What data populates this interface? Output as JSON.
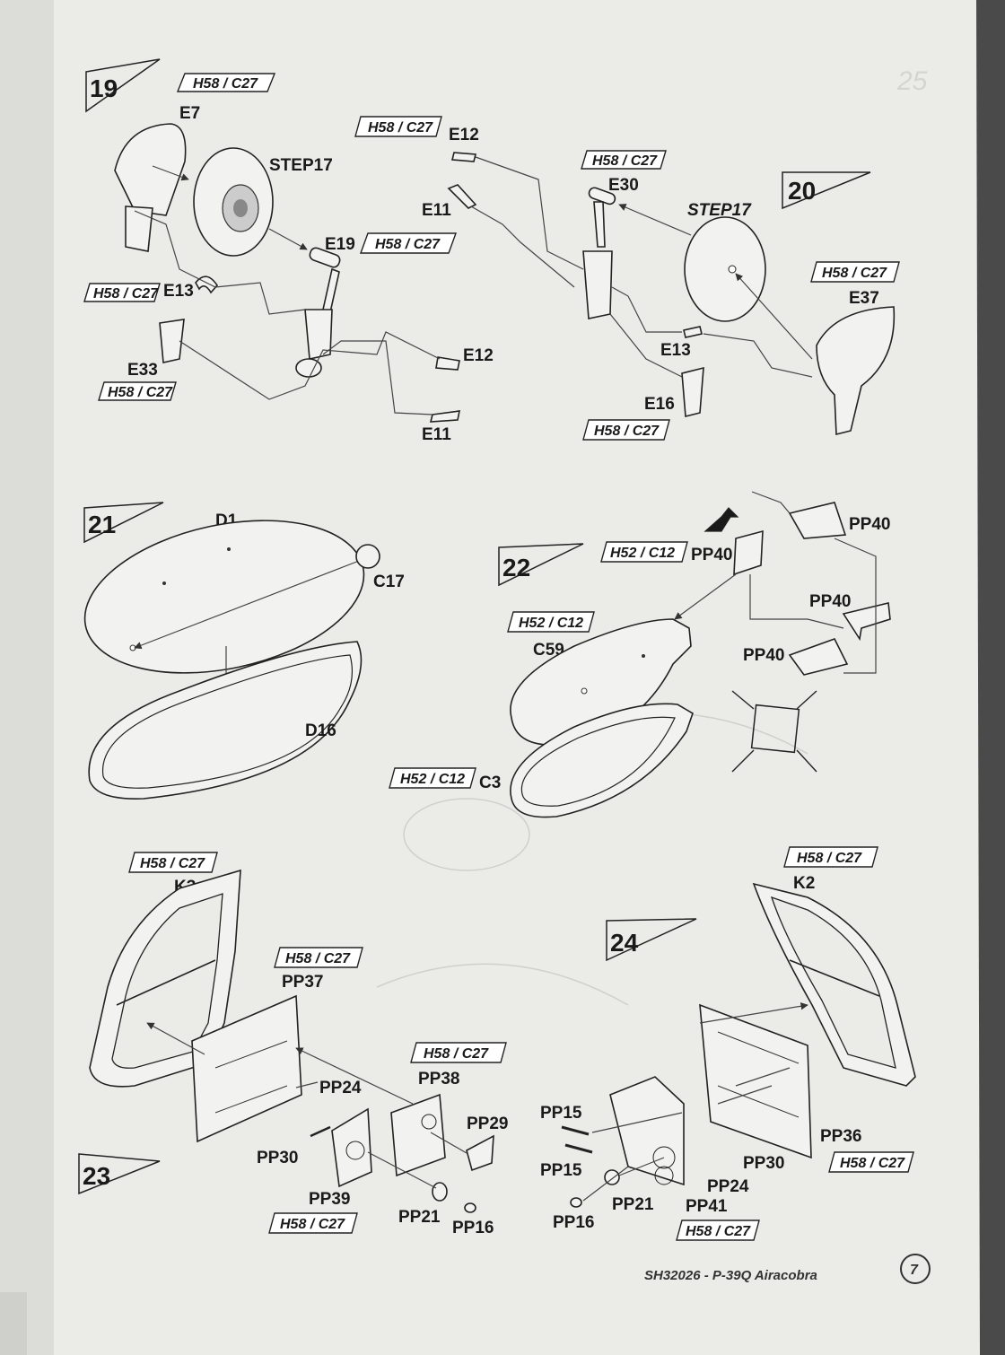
{
  "page_number": "7",
  "footer_title": "SH32026 - P-39Q Airacobra",
  "next_page_number": "25",
  "steps": [
    {
      "number": "19",
      "labels": {
        "e7": "E7",
        "step17": "STEP17",
        "e13": "E13",
        "e19": "E19",
        "e33": "E33",
        "e12": "E12",
        "e11": "E11"
      },
      "paint": {
        "e7": "H58 / C27",
        "e13": "H58 / C27",
        "e19": "H58 / C27",
        "e33": "H58 / C27"
      }
    },
    {
      "number": "20",
      "labels": {
        "e12": "E12",
        "e11": "E11",
        "e30": "E30",
        "step17": "STEP17",
        "e37": "E37",
        "e13": "E13",
        "e16": "E16"
      },
      "paint": {
        "e12": "H58 / C27",
        "e30": "H58 / C27",
        "e37": "H58 / C27",
        "e16": "H58 / C27"
      }
    },
    {
      "number": "21",
      "labels": {
        "d1": "D1",
        "c17": "C17",
        "d16": "D16"
      }
    },
    {
      "number": "22",
      "labels": {
        "pp40_a": "PP40",
        "pp40_b": "PP40",
        "pp40_c": "PP40",
        "pp40_d": "PP40",
        "c59": "C59",
        "c3": "C3"
      },
      "paint": {
        "pp40": "H52 / C12",
        "c59": "H52 / C12",
        "c3": "H52 / C12"
      }
    },
    {
      "number": "23",
      "labels": {
        "k3": "K3",
        "pp37": "PP37",
        "pp24": "PP24",
        "pp38": "PP38",
        "pp29": "PP29",
        "pp30": "PP30",
        "pp39": "PP39",
        "pp21": "PP21",
        "pp16": "PP16"
      },
      "paint": {
        "k3": "H58 / C27",
        "pp37": "H58 / C27",
        "pp38": "H58 / C27",
        "pp39": "H58 / C27"
      }
    },
    {
      "number": "24",
      "labels": {
        "k2": "K2",
        "pp15_a": "PP15",
        "pp15_b": "PP15",
        "pp36": "PP36",
        "pp30": "PP30",
        "pp24": "PP24",
        "pp21": "PP21",
        "pp16": "PP16",
        "pp41": "PP41"
      },
      "paint": {
        "k2": "H58 / C27",
        "pp36": "H58 / C27",
        "pp41": "H58 / C27"
      }
    }
  ]
}
